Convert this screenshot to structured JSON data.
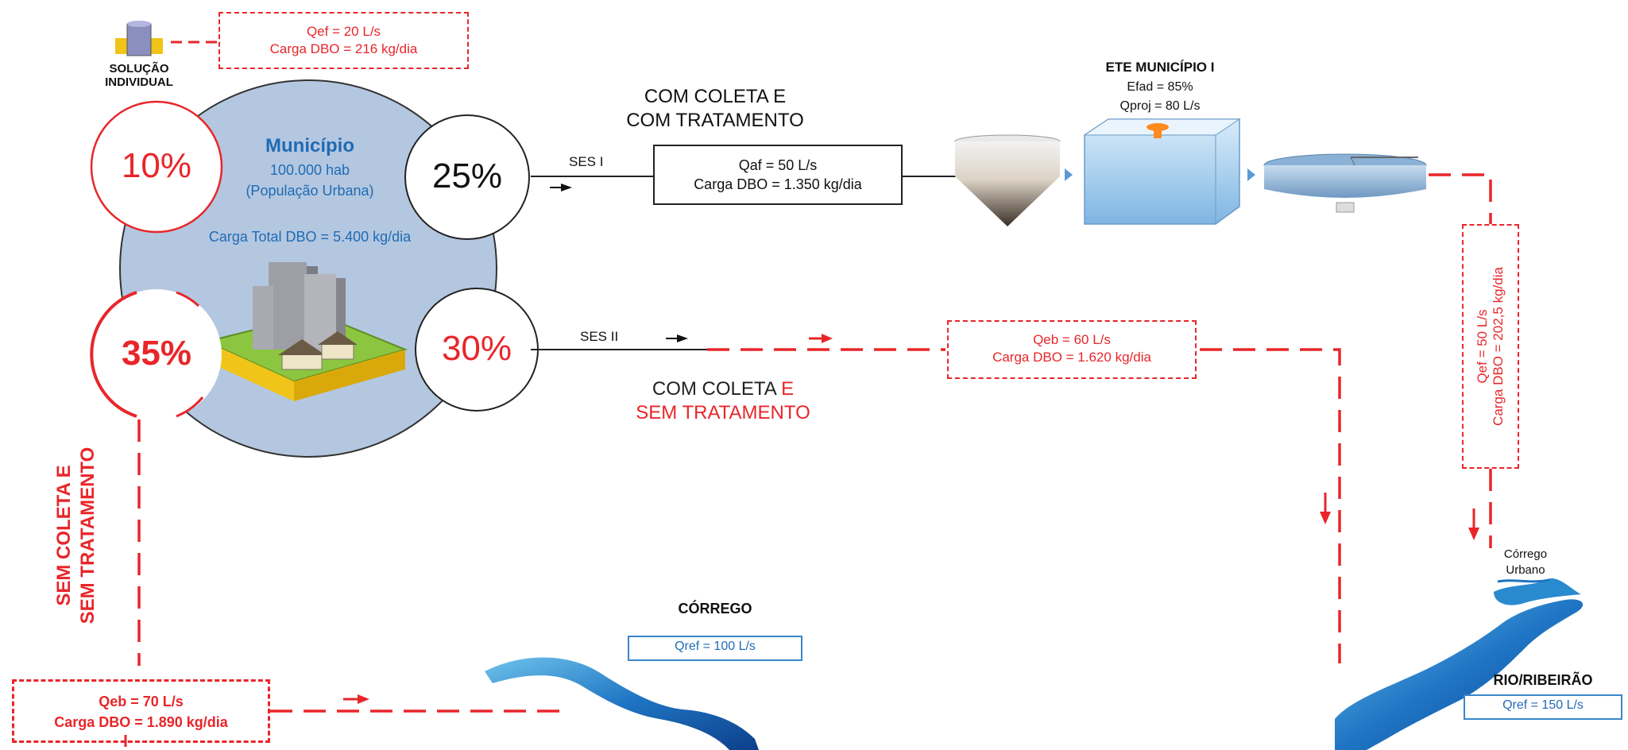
{
  "solucao_individual": {
    "label_1": "SOLUÇÃO",
    "label_2": "INDIVIDUAL",
    "box_line_1": "Qef = 20 L/s",
    "box_line_2": "Carga DBO = 216 kg/dia"
  },
  "municipio": {
    "title": "Município",
    "population": "100.000 hab",
    "population_type": "(População Urbana)",
    "total_load": "Carga Total DBO = 5.400 kg/dia"
  },
  "percentages": {
    "sem_coleta_individual": "10%",
    "ses_i": "25%",
    "sem_coleta": "35%",
    "ses_ii": "30%"
  },
  "ses_i": {
    "label": "SES I",
    "heading_1": "COM COLETA E",
    "heading_2": "COM TRATAMENTO",
    "box_line_1": "Qaf = 50 L/s",
    "box_line_2": "Carga DBO = 1.350 kg/dia"
  },
  "ete": {
    "title": "ETE MUNICÍPIO I",
    "line_1": "Efad = 85%",
    "line_2": "Qproj = 80 L/s"
  },
  "ete_effluent": {
    "line_1": "Qef = 50 L/s",
    "line_2": "Carga DBO = 202,5 kg/dia"
  },
  "ses_ii": {
    "label": "SES II",
    "heading_1": "COM COLETA",
    "heading_and": "E",
    "heading_2": "SEM TRATAMENTO",
    "box_line_1": "Qeb = 60 L/s",
    "box_line_2": "Carga DBO = 1.620 kg/dia"
  },
  "sem_coleta": {
    "vertical_1": "SEM COLETA E",
    "vertical_2": "SEM TRATAMENTO",
    "box_line_1": "Qeb = 70 L/s",
    "box_line_2": "Carga DBO = 1.890 kg/dia"
  },
  "corrego": {
    "title": "CÓRREGO",
    "flow": "Qref =  100 L/s"
  },
  "corrego_urbano": {
    "line_1": "Córrego",
    "line_2": "Urbano"
  },
  "rio": {
    "title": "RIO/RIBEIRÃO",
    "flow": "Qref = 150 L/s"
  },
  "colors": {
    "red": "#e8262a",
    "blue": "#1f6bb5",
    "municipio_fill": "#b4c7e0"
  }
}
